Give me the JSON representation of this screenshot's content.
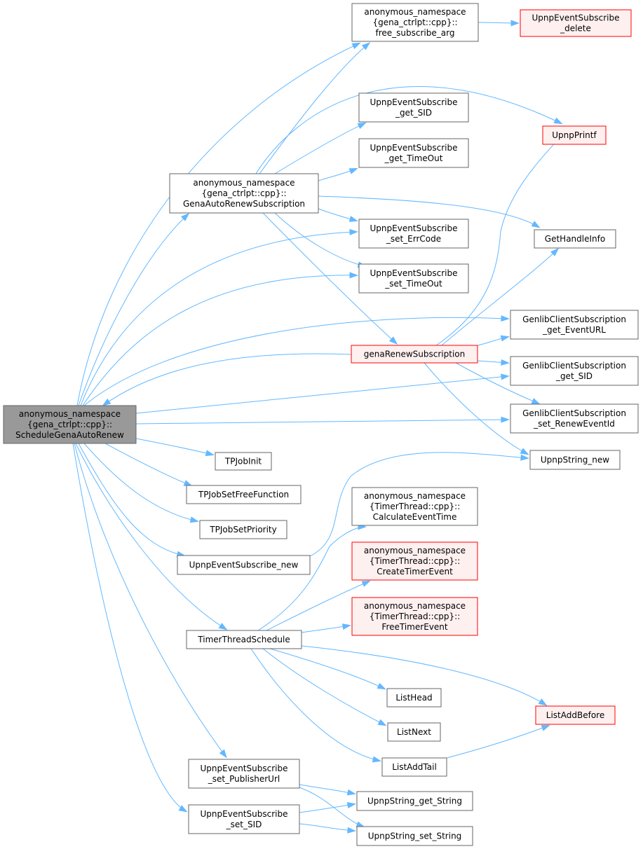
{
  "colors": {
    "edge": "#63b8ff",
    "normal_fill": "#ffffff",
    "normal_stroke": "#666666",
    "root_fill": "#999999",
    "root_stroke": "#666666",
    "red_fill": "#fff0f0",
    "red_stroke": "#ff0000"
  },
  "nodes": {
    "schedule": {
      "label": [
        "anonymous_namespace",
        "{gena_ctrlpt::cpp}::",
        "ScheduleGenaAutoRenew"
      ],
      "style": "root"
    },
    "free_arg": {
      "label": [
        "anonymous_namespace",
        "{gena_ctrlpt::cpp}::",
        "free_subscribe_arg"
      ],
      "style": "normal"
    },
    "sub_delete": {
      "label": [
        "UpnpEventSubscribe",
        "_delete"
      ],
      "style": "red"
    },
    "printf": {
      "label": [
        "UpnpPrintf"
      ],
      "style": "red"
    },
    "get_sid": {
      "label": [
        "UpnpEventSubscribe",
        "_get_SID"
      ],
      "style": "normal"
    },
    "get_timeout": {
      "label": [
        "UpnpEventSubscribe",
        "_get_TimeOut"
      ],
      "style": "normal"
    },
    "auto_renew": {
      "label": [
        "anonymous_namespace",
        "{gena_ctrlpt::cpp}::",
        "GenaAutoRenewSubscription"
      ],
      "style": "normal"
    },
    "set_errcode": {
      "label": [
        "UpnpEventSubscribe",
        "_set_ErrCode"
      ],
      "style": "normal"
    },
    "handle_info": {
      "label": [
        "GetHandleInfo"
      ],
      "style": "normal"
    },
    "set_timeout": {
      "label": [
        "UpnpEventSubscribe",
        "_set_TimeOut"
      ],
      "style": "normal"
    },
    "event_url": {
      "label": [
        "GenlibClientSubscription",
        "_get_EventURL"
      ],
      "style": "normal"
    },
    "renew": {
      "label": [
        "genaRenewSubscription"
      ],
      "style": "red"
    },
    "client_sid": {
      "label": [
        "GenlibClientSubscription",
        "_get_SID"
      ],
      "style": "normal"
    },
    "renew_event_id": {
      "label": [
        "GenlibClientSubscription",
        "_set_RenewEventId"
      ],
      "style": "normal"
    },
    "string_new": {
      "label": [
        "UpnpString_new"
      ],
      "style": "normal"
    },
    "tpjobinit": {
      "label": [
        "TPJobInit"
      ],
      "style": "normal"
    },
    "tpjobfree": {
      "label": [
        "TPJobSetFreeFunction"
      ],
      "style": "normal"
    },
    "tpjobprio": {
      "label": [
        "TPJobSetPriority"
      ],
      "style": "normal"
    },
    "sub_new": {
      "label": [
        "UpnpEventSubscribe_new"
      ],
      "style": "normal"
    },
    "calc_time": {
      "label": [
        "anonymous_namespace",
        "{TimerThread::cpp}::",
        "CalculateEventTime"
      ],
      "style": "normal"
    },
    "create_timer": {
      "label": [
        "anonymous_namespace",
        "{TimerThread::cpp}::",
        "CreateTimerEvent"
      ],
      "style": "red"
    },
    "free_timer": {
      "label": [
        "anonymous_namespace",
        "{TimerThread::cpp}::",
        "FreeTimerEvent"
      ],
      "style": "red"
    },
    "timer_schedule": {
      "label": [
        "TimerThreadSchedule"
      ],
      "style": "normal"
    },
    "list_head": {
      "label": [
        "ListHead"
      ],
      "style": "normal"
    },
    "list_add_before": {
      "label": [
        "ListAddBefore"
      ],
      "style": "red"
    },
    "list_next": {
      "label": [
        "ListNext"
      ],
      "style": "normal"
    },
    "list_add_tail": {
      "label": [
        "ListAddTail"
      ],
      "style": "normal"
    },
    "set_publisher": {
      "label": [
        "UpnpEventSubscribe",
        "_set_PublisherUrl"
      ],
      "style": "normal"
    },
    "get_string": {
      "label": [
        "UpnpString_get_String"
      ],
      "style": "normal"
    },
    "set_sid": {
      "label": [
        "UpnpEventSubscribe",
        "_set_SID"
      ],
      "style": "normal"
    },
    "set_string": {
      "label": [
        "UpnpString_set_String"
      ],
      "style": "normal"
    }
  },
  "edges": [
    [
      "schedule",
      "free_arg"
    ],
    [
      "schedule",
      "auto_renew"
    ],
    [
      "schedule",
      "set_errcode"
    ],
    [
      "schedule",
      "set_timeout"
    ],
    [
      "schedule",
      "event_url"
    ],
    [
      "schedule",
      "client_sid"
    ],
    [
      "schedule",
      "renew_event_id"
    ],
    [
      "schedule",
      "tpjobinit"
    ],
    [
      "schedule",
      "tpjobfree"
    ],
    [
      "schedule",
      "tpjobprio"
    ],
    [
      "schedule",
      "sub_new"
    ],
    [
      "schedule",
      "timer_schedule"
    ],
    [
      "schedule",
      "set_publisher"
    ],
    [
      "schedule",
      "set_sid"
    ],
    [
      "free_arg",
      "sub_delete"
    ],
    [
      "auto_renew",
      "free_arg"
    ],
    [
      "auto_renew",
      "printf"
    ],
    [
      "auto_renew",
      "get_sid"
    ],
    [
      "auto_renew",
      "get_timeout"
    ],
    [
      "auto_renew",
      "set_errcode"
    ],
    [
      "auto_renew",
      "handle_info"
    ],
    [
      "auto_renew",
      "set_timeout"
    ],
    [
      "auto_renew",
      "renew"
    ],
    [
      "renew",
      "schedule"
    ],
    [
      "renew",
      "printf"
    ],
    [
      "renew",
      "handle_info"
    ],
    [
      "renew",
      "event_url"
    ],
    [
      "renew",
      "client_sid"
    ],
    [
      "renew",
      "renew_event_id"
    ],
    [
      "renew",
      "string_new"
    ],
    [
      "sub_new",
      "string_new"
    ],
    [
      "timer_schedule",
      "calc_time"
    ],
    [
      "timer_schedule",
      "create_timer"
    ],
    [
      "timer_schedule",
      "free_timer"
    ],
    [
      "timer_schedule",
      "list_head"
    ],
    [
      "timer_schedule",
      "list_add_before"
    ],
    [
      "timer_schedule",
      "list_next"
    ],
    [
      "timer_schedule",
      "list_add_tail"
    ],
    [
      "list_add_tail",
      "list_add_before"
    ],
    [
      "set_publisher",
      "get_string"
    ],
    [
      "set_publisher",
      "set_string"
    ],
    [
      "set_sid",
      "get_string"
    ],
    [
      "set_sid",
      "set_string"
    ]
  ]
}
